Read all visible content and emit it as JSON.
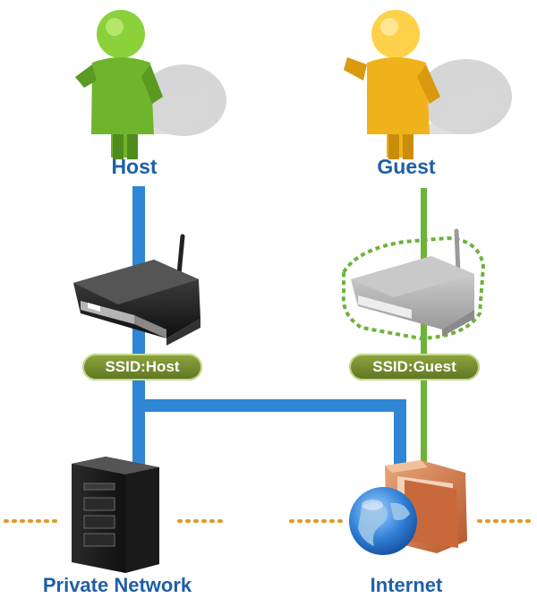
{
  "nodes": {
    "host_label": "Host",
    "guest_label": "Guest",
    "ssid_host": "SSID:Host",
    "ssid_guest": "SSID:Guest",
    "private_network_label": "Private Network",
    "internet_label": "Internet"
  },
  "colors": {
    "host_figure": "#6fb52c",
    "guest_figure": "#f0b21a",
    "host_link": "#2f86d4",
    "guest_link": "#6cb33a",
    "label_text": "#1f5fa8",
    "dotted_boundary": "#e09a2a"
  },
  "icons": {
    "host_person": "person-icon",
    "guest_person": "person-icon",
    "host_router": "router-icon",
    "guest_router": "router-icon",
    "server": "server-icon",
    "internet": "globe-folder-icon"
  }
}
